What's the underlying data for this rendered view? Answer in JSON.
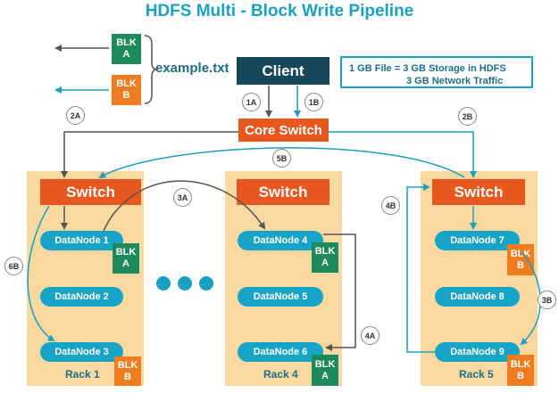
{
  "title": "HDFS Multi - Block Write Pipeline",
  "info": {
    "line1": "1 GB File = 3 GB Storage in HDFS",
    "line2": "3 GB Network Traffic"
  },
  "file": {
    "name": "example.txt",
    "blocks": [
      {
        "label": "BLK\nA",
        "color": "#1c8a5a"
      },
      {
        "label": "BLK\nB",
        "color": "#f07c20"
      }
    ]
  },
  "client": "Client",
  "core_switch": "Core Switch",
  "switch_label": "Switch",
  "racks": [
    {
      "label": "Rack 1",
      "nodes": [
        "DataNode 1",
        "DataNode 2",
        "DataNode 3"
      ]
    },
    {
      "label": "Rack 4",
      "nodes": [
        "DataNode 4",
        "DataNode 5",
        "DataNode 6"
      ]
    },
    {
      "label": "Rack 5",
      "nodes": [
        "DataNode 7",
        "DataNode 8",
        "DataNode 9"
      ]
    }
  ],
  "blocks": {
    "a": "BLK\nA",
    "b": "BLK\nB"
  },
  "steps": {
    "s1a": "1A",
    "s1b": "1B",
    "s2a": "2A",
    "s2b": "2B",
    "s3a": "3A",
    "s3b": "3B",
    "s4a": "4A",
    "s4b": "4B",
    "s5b": "5B",
    "s6b": "6B"
  },
  "colors": {
    "accent": "#1aa0c2",
    "switch": "#e8571e",
    "client": "#17475b",
    "rack": "#fad9a0",
    "block_a": "#1c8a5a",
    "block_b": "#f07c20",
    "arrow_dark": "#555555"
  }
}
